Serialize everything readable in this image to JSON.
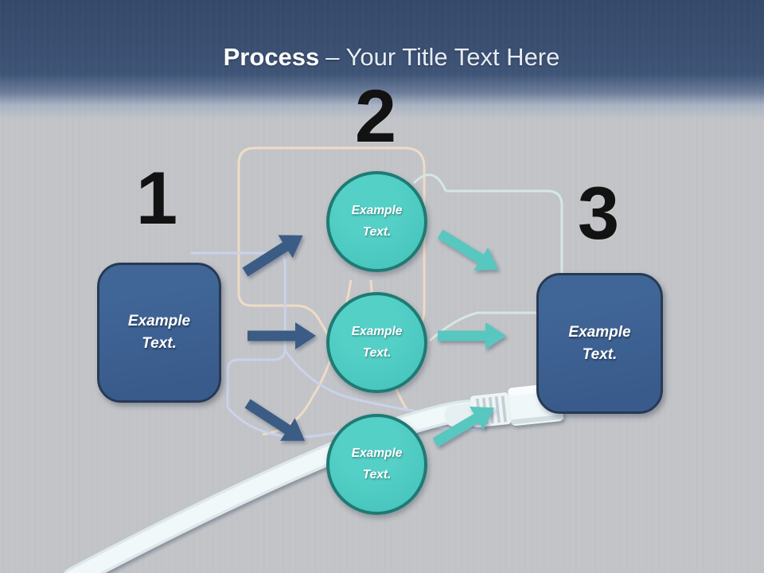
{
  "title": {
    "bold": "Process",
    "rest": "– Your Title Text Here"
  },
  "steps": [
    {
      "number": "1"
    },
    {
      "number": "2"
    },
    {
      "number": "3"
    }
  ],
  "boxes": {
    "left": {
      "label": "Example\nText."
    },
    "right": {
      "label": "Example\nText."
    }
  },
  "circles": [
    {
      "label": "Example\nText."
    },
    {
      "label": "Example\nText."
    },
    {
      "label": "Example\nText."
    }
  ],
  "icons": {
    "process_arrow": "thick-right-arrow",
    "background_object": "ethernet-cable-with-rj45-connector"
  },
  "colors": {
    "header_top": "#35496b",
    "header_mid": "#3f5577",
    "background": "#c2c4c8",
    "number_color": "#121212",
    "box_fill": "#406697",
    "box_fill_dark": "#395b8c",
    "box_border": "#273a54",
    "circle_fill": "#54d0c7",
    "circle_fill_dark": "#44c2b9",
    "circle_border": "#1f7a73",
    "arrow_dark": "#3b5b84",
    "arrow_teal": "#59c7bf",
    "wire_peach": "#f6e0c6",
    "wire_lavender": "#ccd5f2",
    "wire_mint": "#d8eee6",
    "cable_white": "#f1f8fa",
    "label_text": "#ffffff"
  }
}
